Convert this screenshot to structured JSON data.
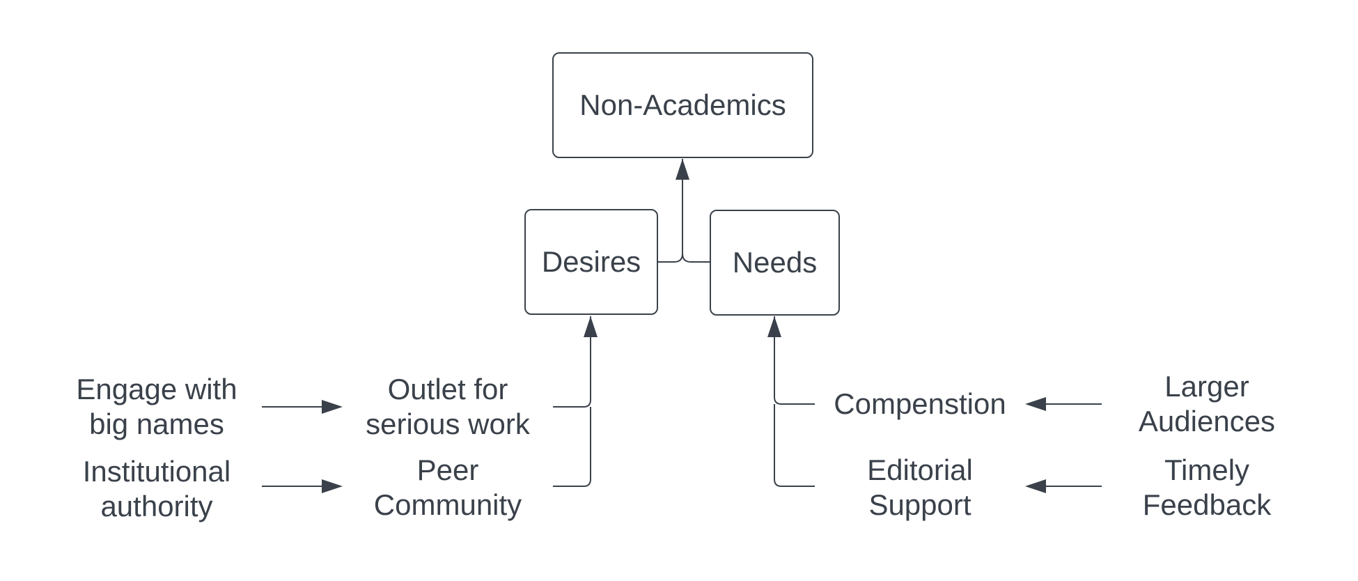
{
  "theme": {
    "stroke_color": "#3a414a",
    "text_color": "#3a414a",
    "background": "#ffffff"
  },
  "diagram": {
    "root": {
      "label": "Non-Academics"
    },
    "categories": {
      "desires": {
        "label": "Desires"
      },
      "needs": {
        "label": "Needs"
      }
    },
    "desire_items": [
      {
        "lines": [
          "Outlet for",
          "serious work"
        ]
      },
      {
        "lines": [
          "Peer",
          "Community"
        ]
      }
    ],
    "desire_sources": [
      {
        "lines": [
          "Engage with",
          "big names"
        ]
      },
      {
        "lines": [
          "Institutional",
          "authority"
        ]
      }
    ],
    "need_items": [
      {
        "lines": [
          "Compenstion"
        ]
      },
      {
        "lines": [
          "Editorial",
          "Support"
        ]
      }
    ],
    "need_sources": [
      {
        "lines": [
          "Larger",
          "Audiences"
        ]
      },
      {
        "lines": [
          "Timely",
          "Feedback"
        ]
      }
    ]
  }
}
